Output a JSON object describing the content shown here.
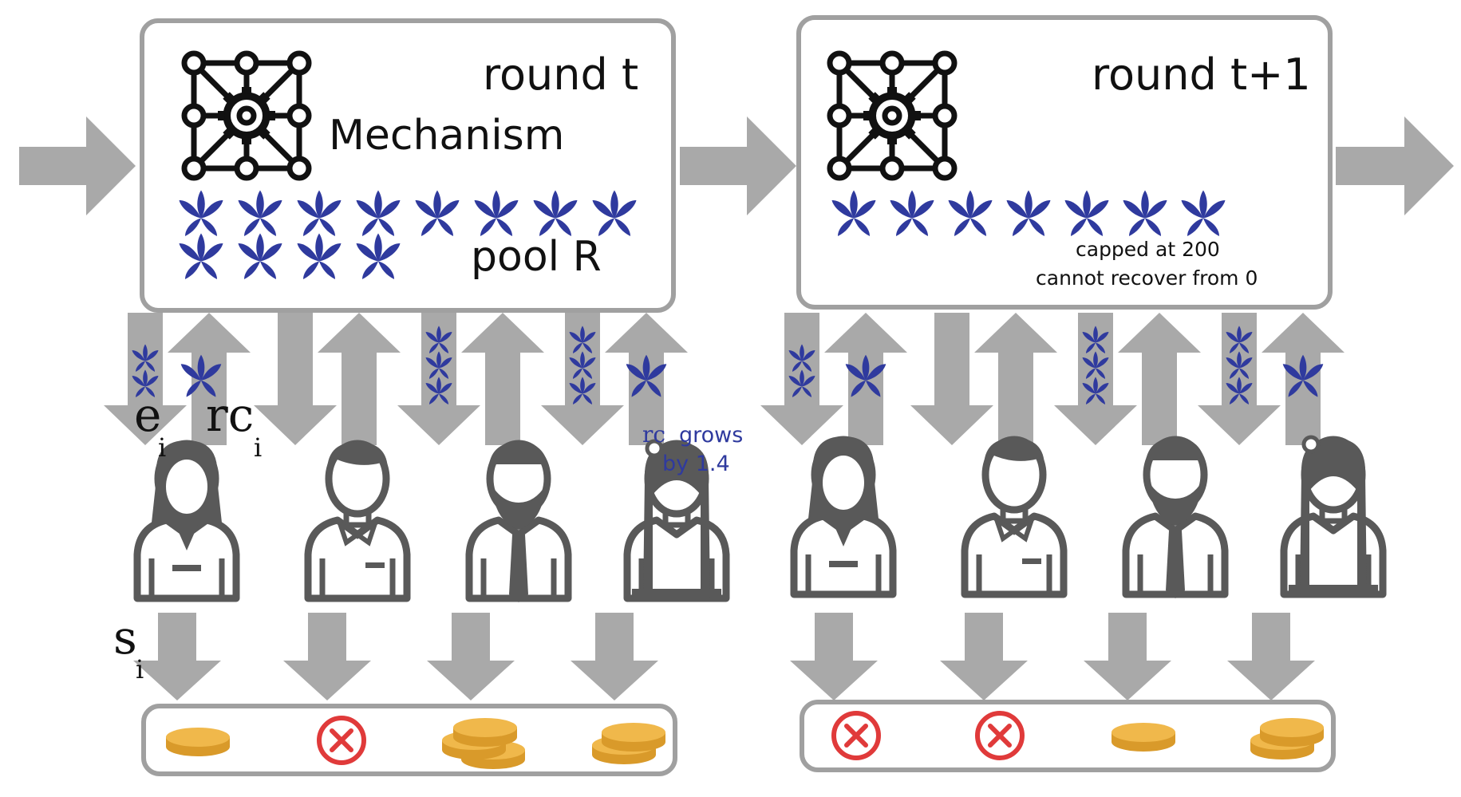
{
  "rounds": [
    {
      "title": "round t",
      "mechanism_label": "Mechanism",
      "pool_label": "pool R",
      "pool_leaf_count": 12,
      "note_lines": [],
      "outcomes": [
        "coin-single",
        "cross",
        "coin-stack-3",
        "coin-stack-2"
      ]
    },
    {
      "title": "round t+1",
      "mechanism_label": "",
      "pool_label": "",
      "pool_leaf_count": 7,
      "note_lines": [
        "capped at 200",
        "cannot recover from 0"
      ],
      "outcomes": [
        "cross",
        "cross",
        "coin-single",
        "coin-stack-2"
      ]
    }
  ],
  "agents": [
    "woman",
    "man",
    "bearded-man",
    "girl-with-flower"
  ],
  "extraction_leaves": [
    2,
    0,
    3,
    3
  ],
  "return_leaves": [
    1,
    0,
    0,
    1
  ],
  "annotations": {
    "e_label": "e",
    "e_sub": "i",
    "rc_label": "rc",
    "rc_sub": "i",
    "s_label": "s",
    "s_sub": "i",
    "growth_prefix": "rc",
    "growth_word": "grows",
    "growth_line2": "by 1.4"
  },
  "colors": {
    "arrow": "#a9a9a9",
    "leaf": "#2f3a9e",
    "coin": "#f0b84b",
    "cross": "#e03a3a",
    "person": "#595959",
    "box_border": "#a0a0a0"
  }
}
